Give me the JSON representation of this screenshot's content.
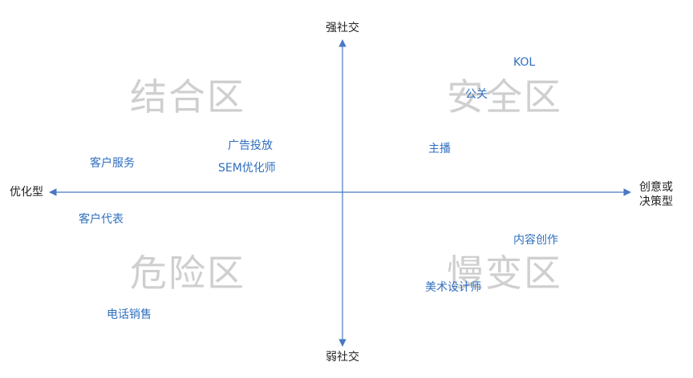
{
  "axes": {
    "top": "强社交",
    "bottom": "弱社交",
    "left": "优化型",
    "right_line1": "创意或",
    "right_line2": "决策型",
    "color": "#4a78c2"
  },
  "quadrants": {
    "top_left": "结合区",
    "top_right": "安全区",
    "bottom_left": "危险区",
    "bottom_right": "慢变区"
  },
  "items": {
    "kol": "KOL",
    "pr": "公关",
    "anchor": "主播",
    "ad": "广告投放",
    "sem": "SEM优化师",
    "service": "客户服务",
    "rep": "客户代表",
    "content": "内容创作",
    "design": "美术设计师",
    "telesales": "电话销售"
  }
}
